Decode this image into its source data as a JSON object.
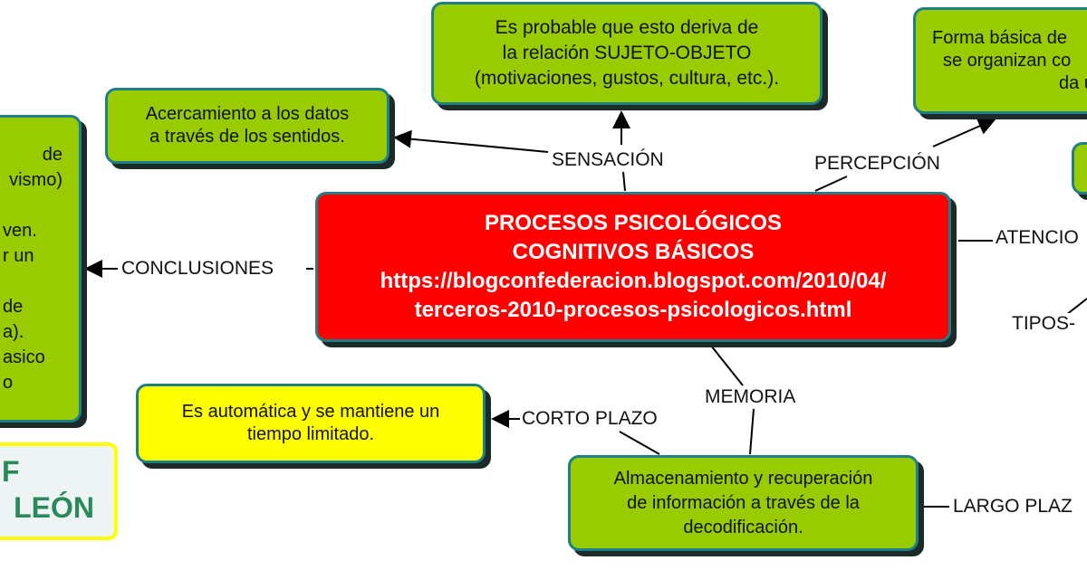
{
  "center": {
    "lines": [
      "PROCESOS PSICOLÓGICOS",
      "COGNITIVOS BÁSICOS",
      "https://blogconfederacion.blogspot.com/2010/04/",
      "terceros-2010-procesos-psicologicos.html"
    ]
  },
  "nodes": {
    "sensacion_origin": [
      "Es probable que esto deriva de",
      "la relación SUJETO-OBJETO",
      "(motivaciones, gustos, cultura, etc.)."
    ],
    "sensacion_def": [
      "Acercamiento a los datos",
      "a través de los sentidos."
    ],
    "percepcion_def": [
      "Forma básica de",
      "se organizan co",
      "da u"
    ],
    "conclusiones_def": [
      "de",
      "vismo)",
      "",
      "ven.",
      "r un",
      "",
      "de",
      "a).",
      "asico",
      "o"
    ],
    "corto_plazo_def": [
      "Es automática y se mantiene un",
      "tiempo limitado."
    ],
    "memoria_def": [
      "Almacenamiento y recuperación",
      "de información a través de la",
      "decodificación."
    ],
    "legend": [
      "F",
      "LEÓN"
    ]
  },
  "links": {
    "sensacion": "SENSACIÓN",
    "percepcion": "PERCEPCIÓN",
    "atencion": "ATENCIO",
    "tipos": "TIPOS-",
    "conclusiones": "CONCLUSIONES",
    "memoria": "MEMORIA",
    "corto_plazo": "CORTO PLAZO",
    "largo_plazo": "LARGO PLAZ"
  },
  "colors": {
    "node": "#99cc00",
    "center": "#ff0000",
    "short_term": "#ffff00",
    "border": "#1f7f86"
  }
}
